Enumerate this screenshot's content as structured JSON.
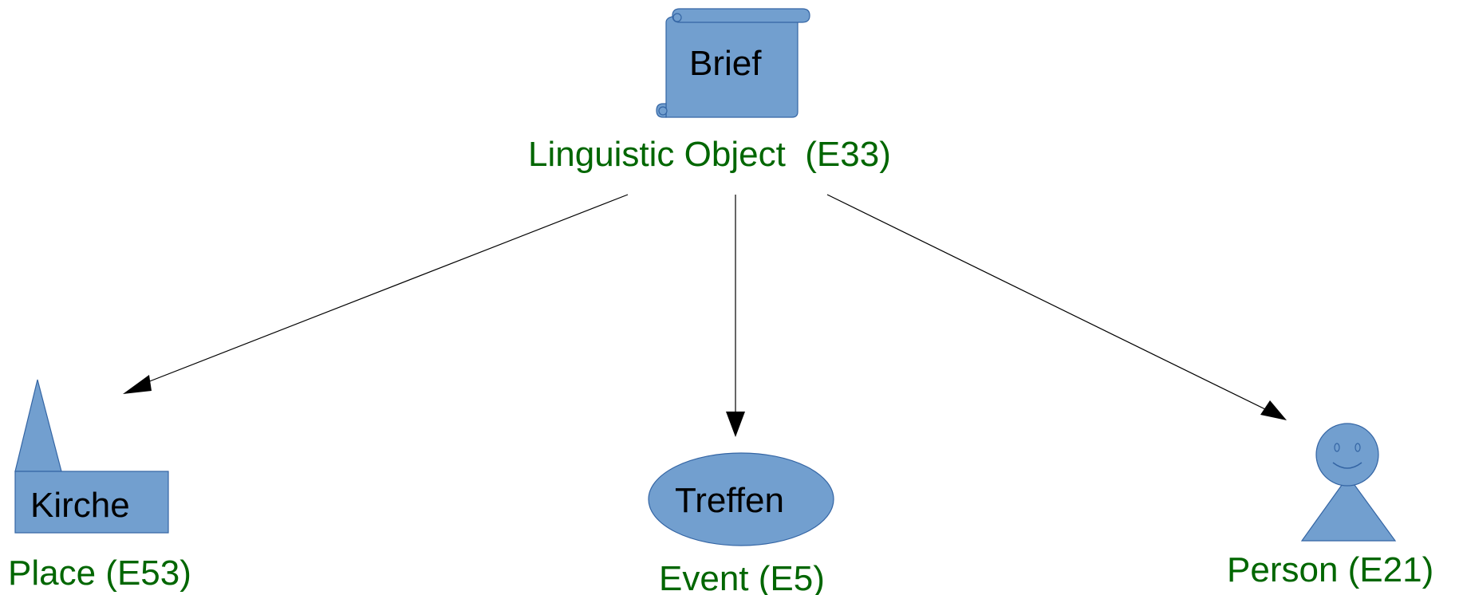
{
  "colors": {
    "shape_fill": "#729fcf",
    "shape_stroke": "#3465a4",
    "label_green": "#006600",
    "arrow": "#000000"
  },
  "nodes": {
    "letter": {
      "icon": "scroll-icon",
      "shape_text": "Brief",
      "class_label": "Linguistic Object  (E33)"
    },
    "place": {
      "icon": "church-icon",
      "shape_text": "Kirche",
      "class_label": "Place (E53)"
    },
    "event": {
      "icon": "ellipse-icon",
      "shape_text": "Treffen",
      "class_label": "Event (E5)"
    },
    "person": {
      "icon": "person-icon",
      "shape_text": "",
      "class_label": "Person (E21)"
    }
  },
  "edges": [
    {
      "from": "letter",
      "to": "place"
    },
    {
      "from": "letter",
      "to": "event"
    },
    {
      "from": "letter",
      "to": "person"
    }
  ]
}
